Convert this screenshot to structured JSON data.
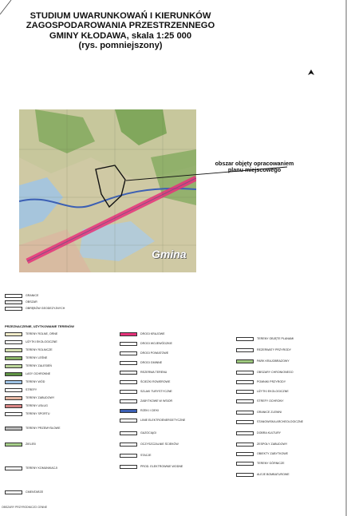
{
  "title": {
    "line1": "STUDIUM UWARUNKOWAŃ I KIERUNKÓW",
    "line2": "ZAGOSPODAROWANIA PRZESTRZENNEGO",
    "line3": "GMINY KŁODAWA, skala 1:25 000",
    "line4": "(rys. pomniejszony)"
  },
  "map": {
    "place_label": "Gmina",
    "callout_line1": "obszar objęty opracowaniem",
    "callout_line2": "planu miejscowego"
  },
  "legend": {
    "left_head": "PRZEZNACZENIE, UŻYTKOWANIE TERENÓW",
    "items_left": [
      "GRANICE",
      "OBSZAR",
      "OBRĘBÓW GEODEZYJNYCH",
      "TERENY ROLNE, ORNE",
      "UŻYTKI EKOLOGICZNE",
      "TERENY ROLNICZE",
      "TERENY LEŚNE",
      "TERENY ZALESIEŃ",
      "LASY OCHRONNE",
      "TERENY WÓD",
      "STREFY",
      "TERENY ZABUDOWY",
      "TERENY USŁUG",
      "TERENY SPORTU",
      "TERENY PRZEMYSŁOWE",
      "ZIELEŃ",
      "TERENY KOMUNIKACJI",
      "CMENTARZE"
    ],
    "items_mid": [
      "DROGI KRAJOWE",
      "DROGI WOJEWÓDZKIE",
      "DROGI POWIATOWE",
      "DROGI GMINNE",
      "REZERWA TERENU",
      "ŚCIEŻKI ROWEROWE",
      "SZLAKI TURYSTYCZNE",
      "ZABYTKOWE W WSIOR",
      "RZEKI I CIEKI",
      "LINIE ELEKTROENERGETYCZNE",
      "GAZOCIĄGI",
      "OCZYSZCZALNIE ŚCIEKÓW",
      "STACJE",
      "PROD. ELEKTROWNIE WODNE"
    ],
    "items_right": [
      "TERENY OBJĘTE PLANAMI",
      "REZERWATY PRZYRODY",
      "PARK KRAJOBRAZOWY",
      "OBSZARY CHRONIONEGO",
      "POMNIKI PRZYRODY",
      "UŻYTKI EKOLOGICZNE",
      "STREFY OCHRONY",
      "GRANICE ZLEWNI",
      "STANOWISKA ARCHEOLOGICZNE",
      "DOBRA KULTURY",
      "ZESPOŁY ZABUDOWY",
      "OBIEKTY ZABYTKOWE",
      "TERENY GÓRNICZE",
      "ALEJE BOMBATUROWE"
    ],
    "bottom": "OBSZARY PRZYRODNICZO CENNE"
  },
  "colors": {
    "map_base": "#cfc9a4",
    "river": "#3b5fb4",
    "road_pink": "#e7327a",
    "green": "#6da34a",
    "water_light": "#9fc4e6"
  }
}
